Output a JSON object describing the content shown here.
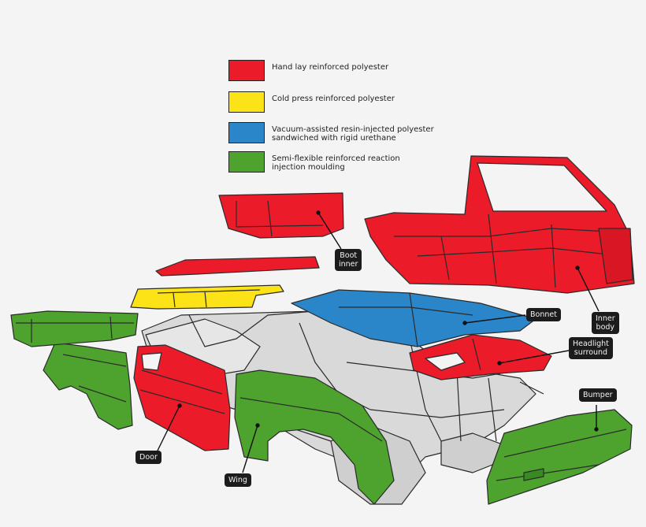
{
  "colors": {
    "red": "#ec1b2a",
    "yellow": "#fbe318",
    "blue": "#2a86c8",
    "green": "#4ea32f",
    "frame": "#d9d9d9",
    "outline": "#2a2a2a",
    "label_bg": "#1c1c1c"
  },
  "legend": [
    {
      "color": "#ec1b2a",
      "text": "Hand lay reinforced polyester"
    },
    {
      "color": "#fbe318",
      "text": "Cold press reinforced polyester"
    },
    {
      "color": "#2a86c8",
      "text": "Vacuum-assisted resin-injected polyester\nsandwiched with rigid urethane"
    },
    {
      "color": "#4ea32f",
      "text": "Semi-flexible reinforced reaction\ninjection moulding"
    }
  ],
  "callouts": {
    "boot_inner": "Boot\ninner",
    "inner_body": "Inner\nbody",
    "bonnet": "Bonnet",
    "headlight_surround": "Headlight\nsurround",
    "bumper": "Bumper",
    "door": "Door",
    "wing": "Wing"
  }
}
